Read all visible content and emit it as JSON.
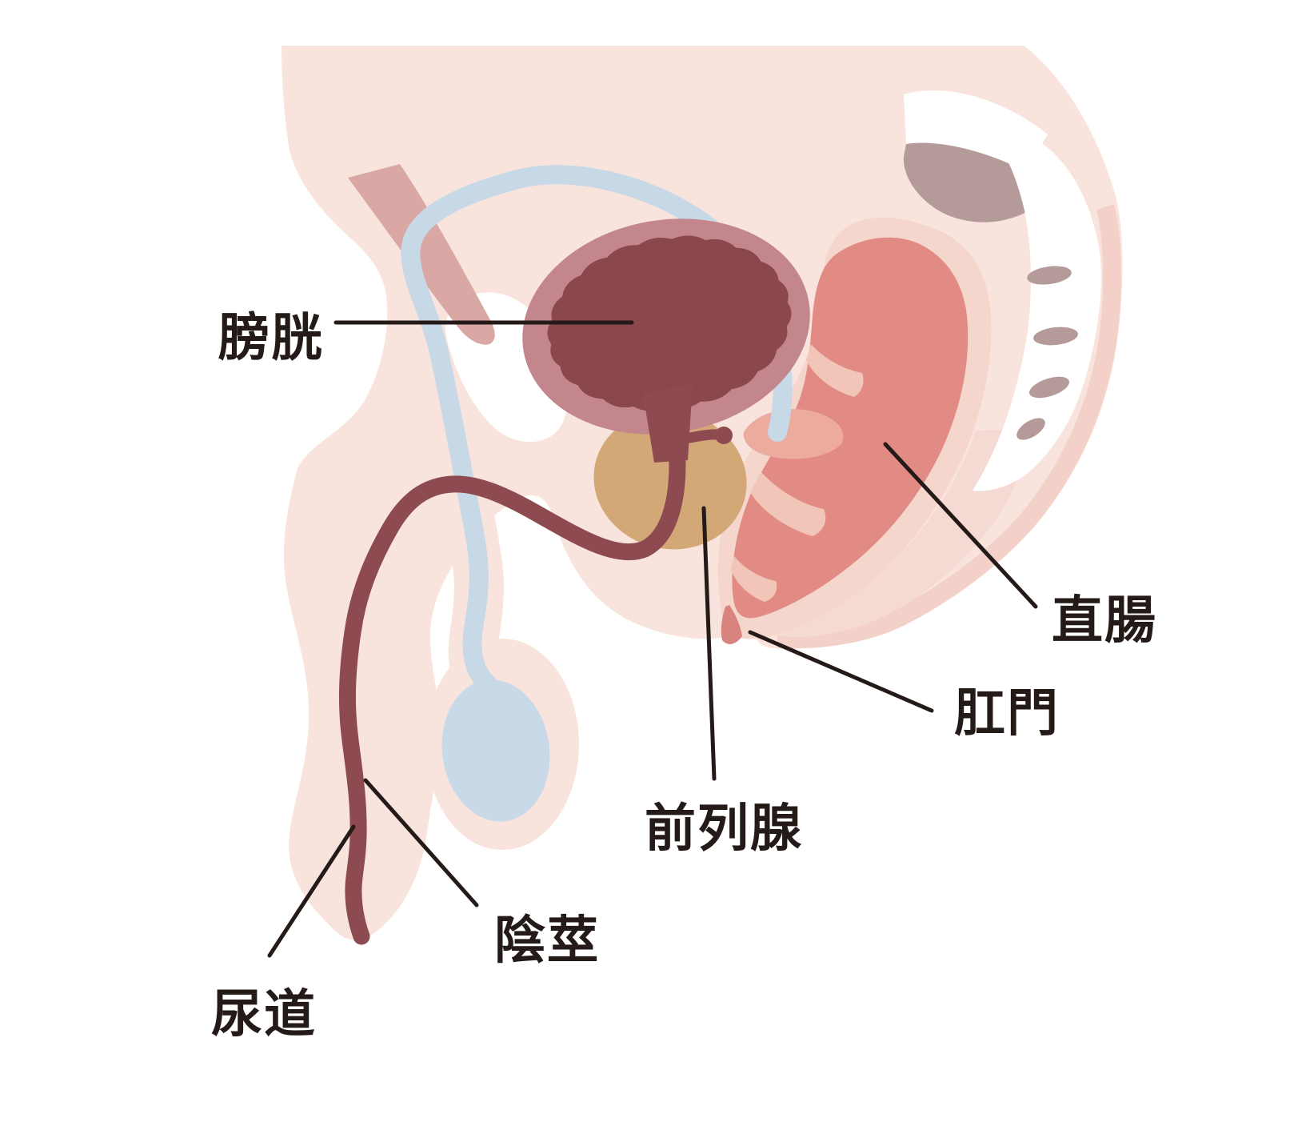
{
  "diagram": {
    "kind": "anatomical-illustration",
    "labels": [
      {
        "id": "bladder",
        "text": "膀胱"
      },
      {
        "id": "rectum",
        "text": "直腸"
      },
      {
        "id": "anus",
        "text": "肛門"
      },
      {
        "id": "prostate",
        "text": "前列腺"
      },
      {
        "id": "penis",
        "text": "陰莖"
      },
      {
        "id": "urethra",
        "text": "尿道"
      }
    ],
    "colors": {
      "background": "#ffffff",
      "body": "#f9e4dd",
      "muscle_band": "#d9a7a4",
      "edge_band": "#f3d0c8",
      "buttock_shade": "#f5dad3",
      "bladder_wall": "#c4868d",
      "bladder_inner": "#8a474c",
      "urethra": "#8d4a50",
      "prostate": "#d3a877",
      "rectum_casing": "#f4d6cd",
      "rectum_inner": "#e28b84",
      "rectum_ridge": "#f2c5b9",
      "anus_accent": "#d9837e",
      "seminal_vesicle": "#edaa9e",
      "vas_deferens": "#c7d8e7",
      "testis": "#c8d9e8",
      "bone_white": "#ffffff",
      "bone_disc": "#b59a9a",
      "label_text": "#241b18",
      "leader_line": "#241b18"
    }
  }
}
